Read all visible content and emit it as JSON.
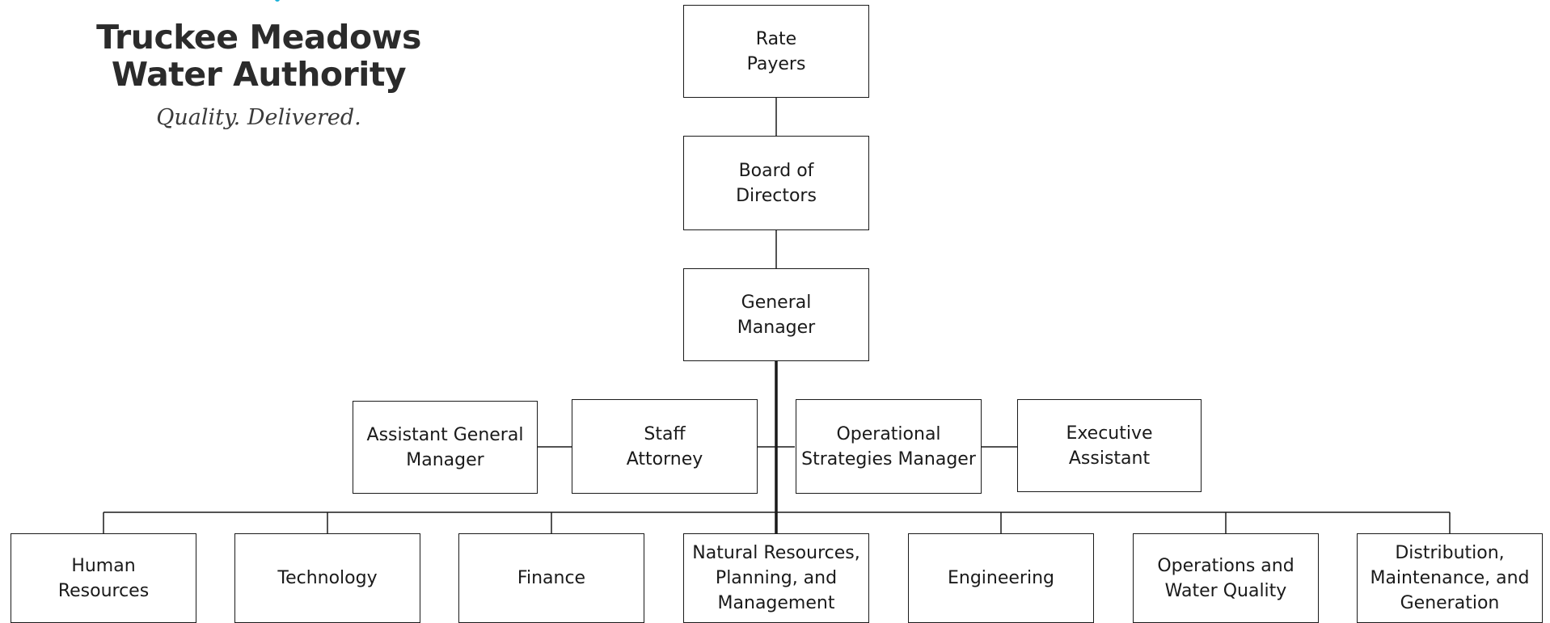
{
  "logo": {
    "line1": "Truckee Meadows",
    "line2": "Water Authority",
    "tagline": "Quality. Delivered.",
    "accent_color": "#1ab0d8"
  },
  "chart": {
    "top": {
      "rate_payers": "Rate\nPayers",
      "board": "Board of\nDirectors",
      "general_manager": "General\nManager"
    },
    "staff": {
      "assistant_gm": "Assistant General\nManager",
      "staff_attorney": "Staff\nAttorney",
      "ops_strategies": "Operational\nStrategies Manager",
      "exec_assistant": "Executive\nAssistant"
    },
    "departments": [
      "Human\nResources",
      "Technology",
      "Finance",
      "Natural Resources,\nPlanning, and\nManagement",
      "Engineering",
      "Operations and\nWater Quality",
      "Distribution,\nMaintenance, and\nGeneration"
    ]
  }
}
